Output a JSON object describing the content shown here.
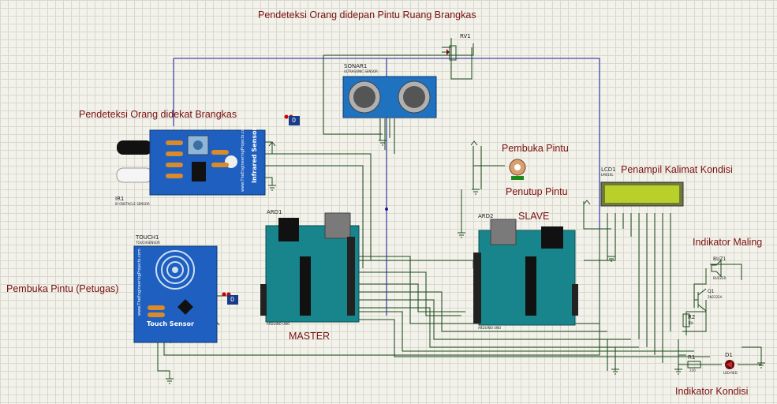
{
  "labels": {
    "sonar_title": "Pendeteksi Orang didepan Pintu Ruang Brangkas",
    "ir_title": "Pendeteksi Orang didekat Brangkas",
    "touch_title": "Pembuka Pintu (Petugas)",
    "motor_open": "Pembuka Pintu",
    "motor_close": "Penutup Pintu",
    "lcd_title": "Penampil Kalimat Kondisi",
    "buzzer_title": "Indikator Maling",
    "led_title": "Indikator Kondisi",
    "master": "MASTER",
    "slave": "SLAVE"
  },
  "components": {
    "rv1": "RV1",
    "sonar_ref": "SONAR1",
    "sonar_sub": "ULTRASONIC SENSOR",
    "ir_ref": "IR1",
    "ir_sub": "IR OBSTACLE SENSOR",
    "ir_board_text": "Infrared Sensor",
    "ir_site": "www.TheEngineeringProjects.com",
    "touch_ref": "TOUCH1",
    "touch_sub": "TOUCHSENSOR",
    "touch_board_text": "Touch Sensor",
    "touch_site": "www.TheEngineeringProjects.com",
    "ard1_ref": "ARD1",
    "ard2_ref": "ARD2",
    "arduino_sub": "ARDUINO UNO",
    "lcd_ref": "LCD1",
    "lcd_sub": "LM016L",
    "buz_ref": "BUZ1",
    "buz_sub": "BUZZER",
    "q1_ref": "Q1",
    "q1_sub": "2N2222A",
    "r2_ref": "R2",
    "r2_val": "10k",
    "r1_ref": "R1",
    "r1_val": "220",
    "d1_ref": "D1",
    "d1_sub": "LED-RED",
    "logic_probe_value": "0"
  },
  "colors": {
    "wire": "#1a4a1a",
    "blue_wire": "#1a1aa0",
    "label_text": "#7a1010",
    "arduino_board": "#17858b",
    "ir_board": "#1f5fc0",
    "touch_board": "#1f5fc0",
    "lcd_screen": "#b9cf2a",
    "led": "#6a0a0a"
  }
}
